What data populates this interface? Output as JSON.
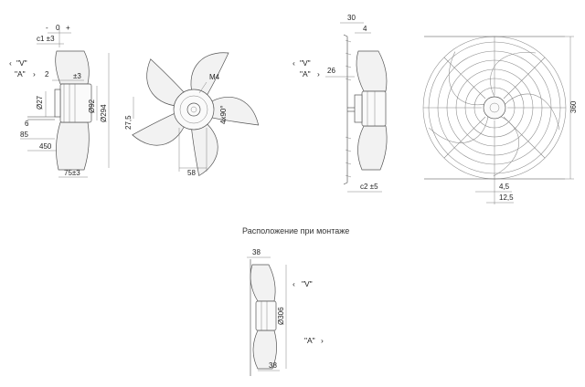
{
  "caption": "Расположение при монтаже",
  "labels": {
    "v": "\"V\"",
    "a": "\"A\"",
    "c1": "c1 ±3",
    "c2": "c2 ±5",
    "minus": "-",
    "zero": "0",
    "plus": "+",
    "m4": "M4",
    "plus3": "±3"
  },
  "dims": {
    "d2": "2",
    "d27": "Ø27",
    "d6": "6",
    "d85": "85",
    "d450": "450",
    "d75": "75±3",
    "d92": "Ø92",
    "d294": "Ø294",
    "d275": "27,5",
    "d58": "58",
    "d4x90": "4x90°",
    "d30": "30",
    "d4": "4",
    "d26": "26",
    "d360": "360",
    "d45": "4,5",
    "d125": "12,5",
    "d38a": "38",
    "d38b": "38",
    "d306": "Ø306"
  },
  "icons": {
    "view_arrow_left": "chevron-left-icon",
    "view_arrow_right": "chevron-right-icon"
  },
  "colors": {
    "line": "#444444",
    "fill": "#f2f2f2",
    "background": "#ffffff"
  }
}
